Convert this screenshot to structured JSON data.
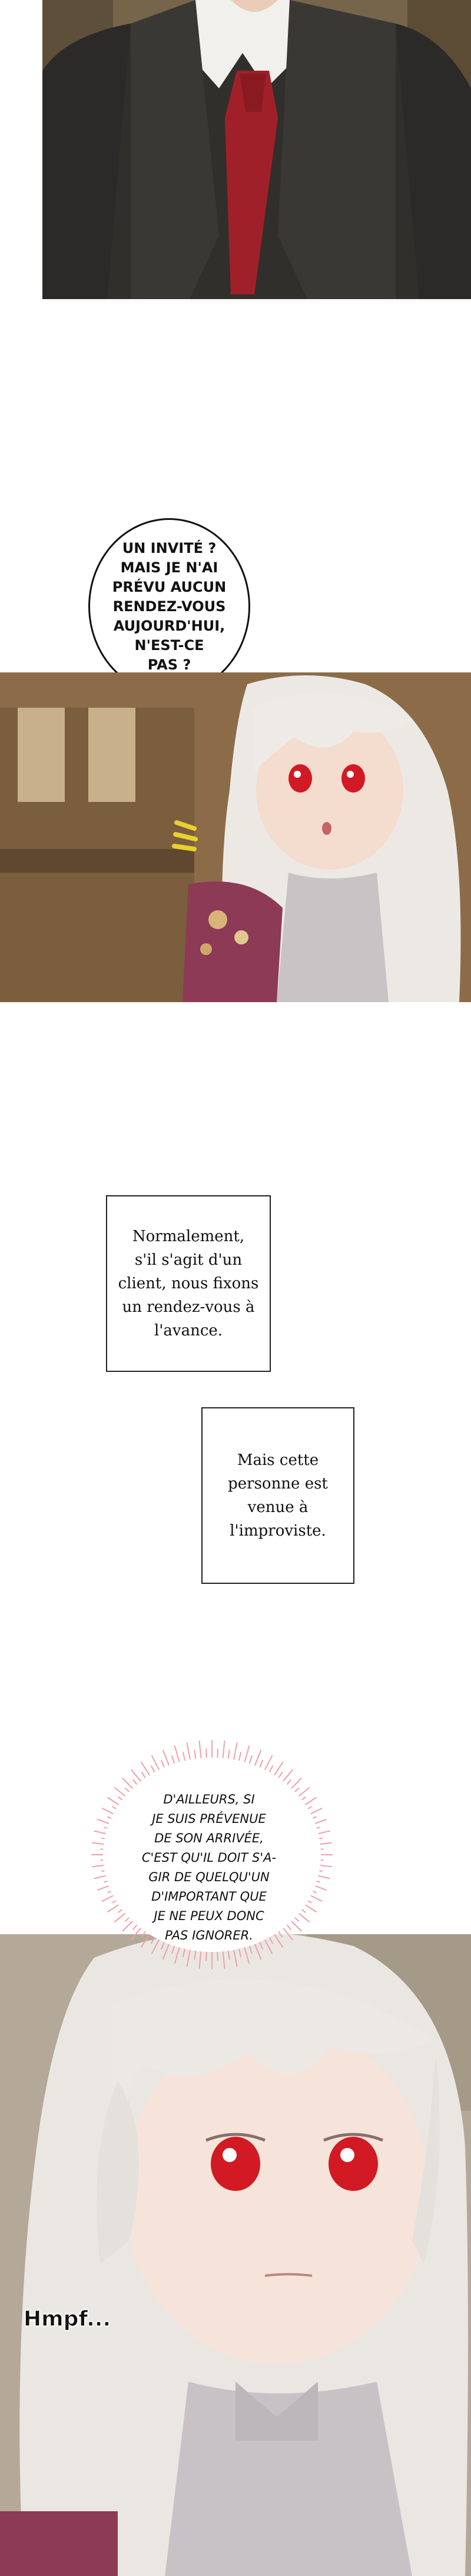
{
  "speech_bubble": {
    "lines": [
      "UN INVITÉ ?",
      "MAIS JE N'AI",
      "PRÉVU AUCUN",
      "RENDEZ-VOUS",
      "AUJOURD'HUI,",
      "N'EST-CE",
      "PAS ?"
    ]
  },
  "caption_1": {
    "lines": [
      "Normalement,",
      "s'il s'agit d'un",
      "client, nous fixons",
      "un rendez-vous à",
      "l'avance."
    ]
  },
  "caption_2": {
    "lines": [
      "Mais cette",
      "personne est",
      "venue à",
      "l'improviste."
    ]
  },
  "thought_burst": {
    "lines": [
      "D'AILLEURS, SI",
      "JE SUIS PRÉVENUE",
      "DE SON ARRIVÉE,",
      "C'EST QU'IL DOIT S'A-",
      "GIR DE QUELQU'UN",
      "D'IMPORTANT QUE",
      "JE NE PEUX DONC",
      "PAS IGNORER."
    ]
  },
  "sfx": {
    "hmpf": "Hmpf..."
  },
  "colors": {
    "eyes": "#d11a24",
    "hair": "#e9e6e2",
    "tie": "#a0202a",
    "burst_outline": "#f0a0a8"
  }
}
